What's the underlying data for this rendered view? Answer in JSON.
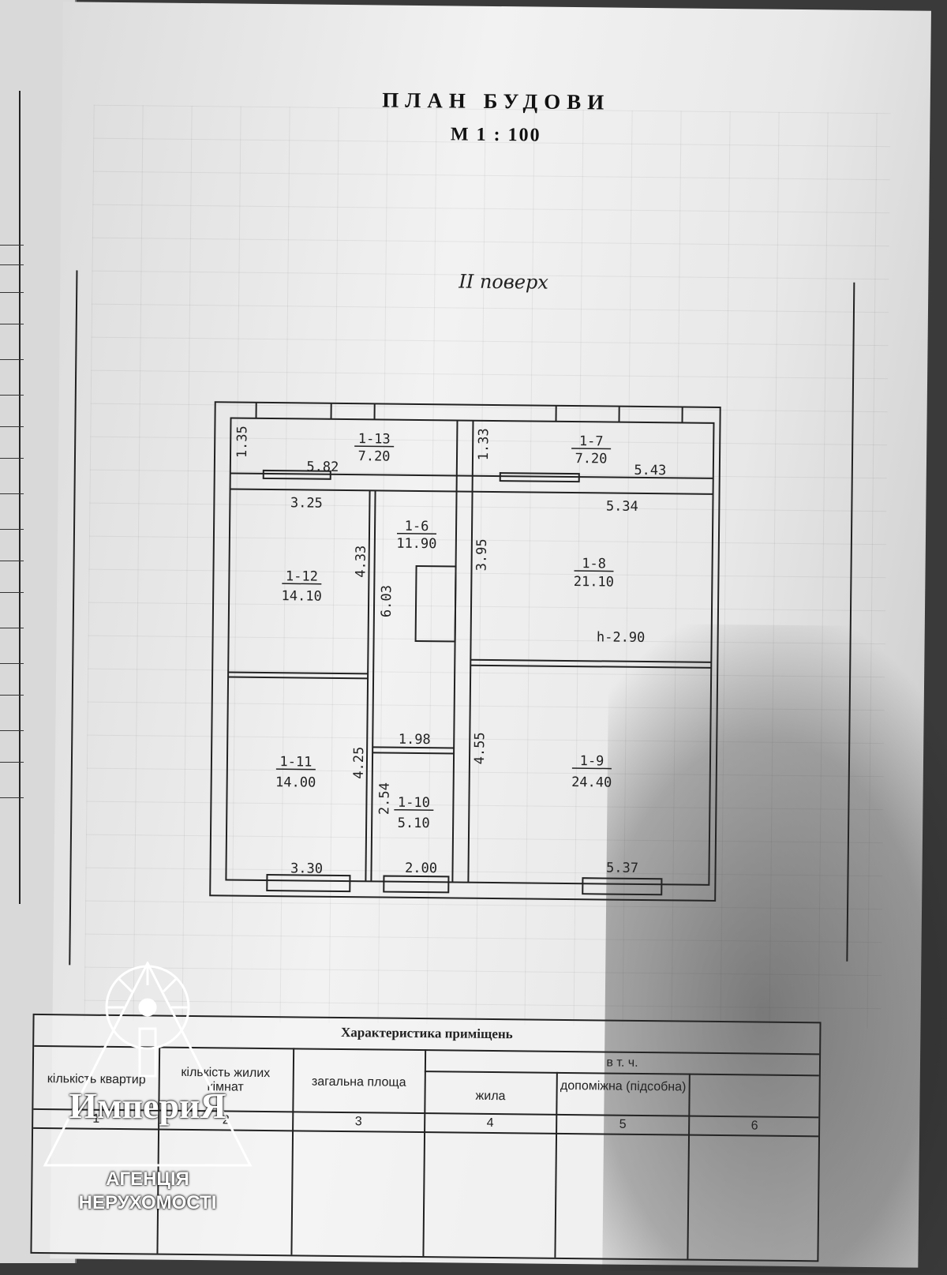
{
  "document": {
    "title": "ПЛАН БУДОВИ",
    "scale": "М 1 : 100",
    "floor_label": "II поверх"
  },
  "rooms": [
    {
      "id": "1-13",
      "area": "7.20"
    },
    {
      "id": "1-7",
      "area": "7.20"
    },
    {
      "id": "1-6",
      "area": "11.90"
    },
    {
      "id": "1-8",
      "area": "21.10"
    },
    {
      "id": "1-12",
      "area": "14.10"
    },
    {
      "id": "1-11",
      "area": "14.00"
    },
    {
      "id": "1-10",
      "area": "5.10"
    },
    {
      "id": "1-9",
      "area": "24.40"
    }
  ],
  "dimensions": {
    "d_1_35": "1.35",
    "d_5_82": "5.82",
    "d_1_33": "1.33",
    "d_5_43": "5.43",
    "d_3_25": "3.25",
    "d_4_33": "4.33",
    "d_6_03": "6.03",
    "d_3_95": "3.95",
    "d_5_34": "5.34",
    "height": "h-2.90",
    "d_1_98": "1.98",
    "d_4_25": "4.25",
    "d_2_54": "2.54",
    "d_4_55": "4.55",
    "d_3_30": "3.30",
    "d_2_00": "2.00",
    "d_5_37": "5.37"
  },
  "table": {
    "title": "Характеристика приміщень",
    "col1": "кількість квартир",
    "col2": "кількість жилих кімнат",
    "col3": "загальна площа",
    "group": "в т. ч.",
    "col4": "жила",
    "col5": "допоміжна (підсобна)",
    "n1": "1",
    "n2": "2",
    "n3": "3",
    "n4": "4",
    "n5": "5",
    "n6": "6"
  },
  "watermark": {
    "brand": "ИмпериЯ",
    "line1": "АГЕНЦІЯ",
    "line2": "НЕРУХОМОСТІ"
  }
}
